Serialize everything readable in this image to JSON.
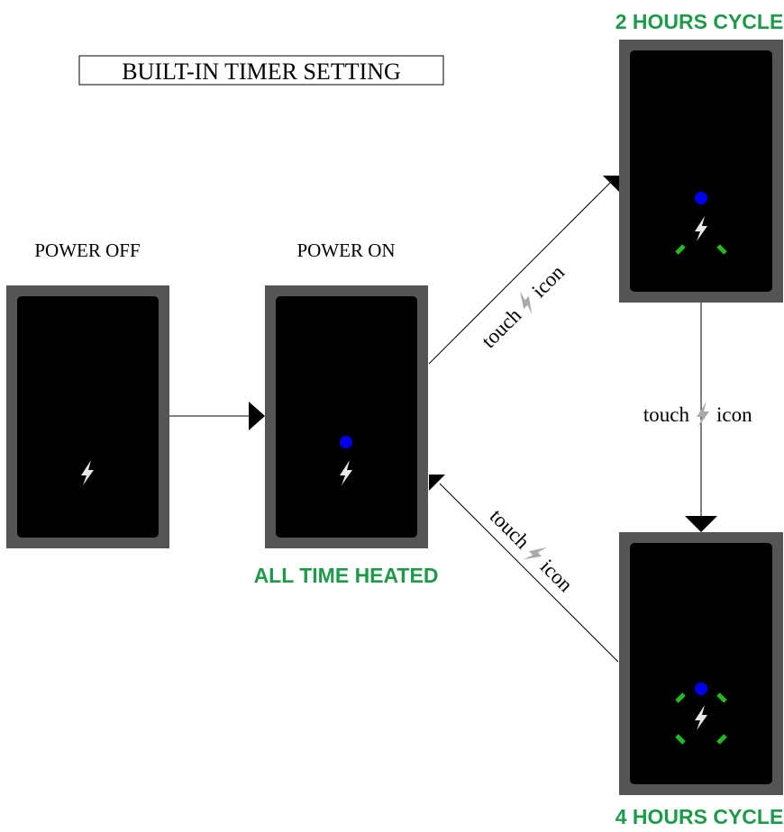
{
  "title": "BUILT-IN TIMER SETTING",
  "states": {
    "power_off": {
      "label": "POWER OFF"
    },
    "power_on": {
      "label": "POWER ON",
      "mode": "ALL TIME HEATED"
    },
    "two_hours": {
      "mode": "2 HOURS CYCLE"
    },
    "four_hours": {
      "mode": "4 HOURS CYCLE"
    }
  },
  "transitions": {
    "to_two_hours": {
      "before": "touch",
      "icon": "lightning-icon",
      "after": "icon"
    },
    "to_four_hours": {
      "before": "touch",
      "icon": "lightning-icon",
      "after": "icon"
    },
    "back_to_on": {
      "before": "touch",
      "icon": "lightning-icon",
      "after": "icon"
    }
  },
  "colors": {
    "panel_frame": "#555555",
    "panel_screen": "#000000",
    "lightning": "#e8e8e8",
    "power_dot": "#0000ee",
    "timer_dash": "#22bb22",
    "mode_text": "#1e9a4a",
    "arrow": "#000000",
    "label_icon": "#aaaaaa"
  }
}
